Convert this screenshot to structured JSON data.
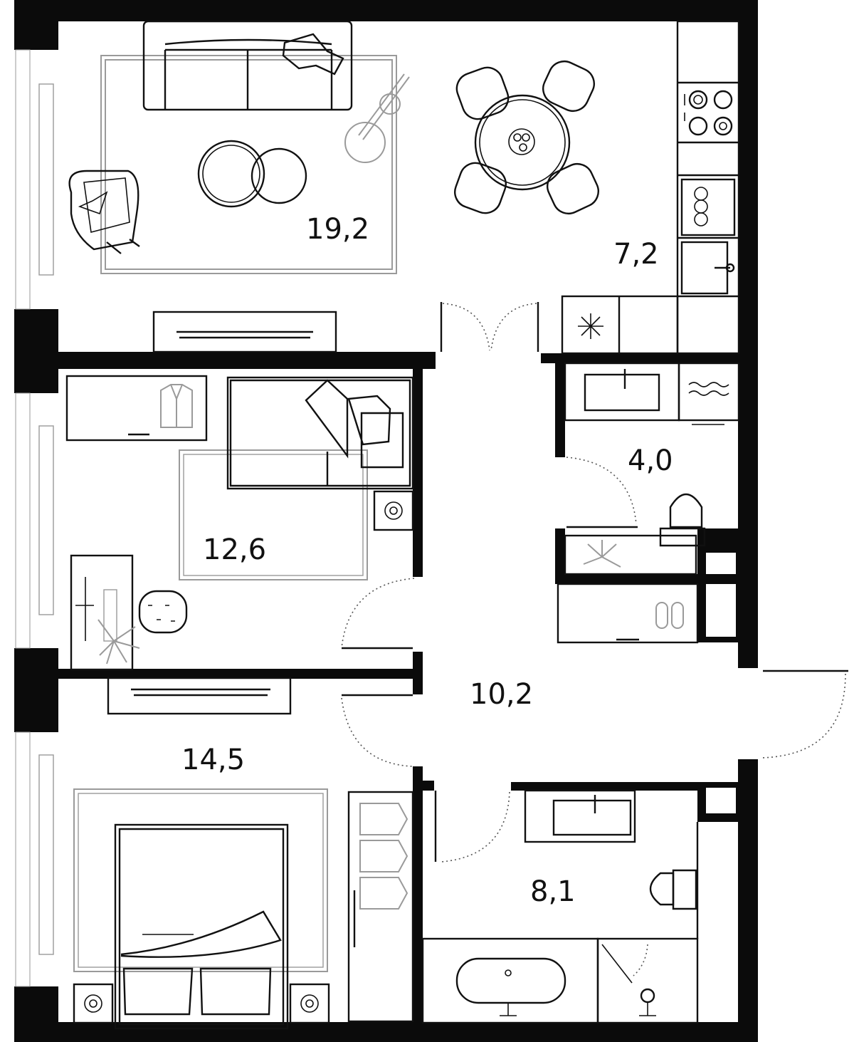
{
  "rooms": {
    "living_room": {
      "area": "19,2"
    },
    "kitchen": {
      "area": "7,2"
    },
    "bedroom_1": {
      "area": "12,6"
    },
    "bathroom_1": {
      "area": "4,0"
    },
    "hall": {
      "area": "10,2"
    },
    "bedroom_2": {
      "area": "14,5"
    },
    "bathroom_2": {
      "area": "8,1"
    }
  },
  "colors": {
    "wall": "#0b0b0b",
    "furniture": "#111111",
    "rug": "#9a9a9a",
    "background": "#ffffff"
  },
  "icons": [
    "sofa",
    "armchair",
    "coffee-table",
    "rug",
    "floor-lamp",
    "tv-cabinet",
    "dining-table",
    "dining-chair",
    "stove",
    "dishwasher",
    "kitchen-sink",
    "fridge",
    "washbasin",
    "washing-machine",
    "toilet",
    "wardrobe",
    "bed",
    "desk",
    "desk-chair",
    "plant",
    "bathtub",
    "shower",
    "nightstand",
    "slippers"
  ]
}
